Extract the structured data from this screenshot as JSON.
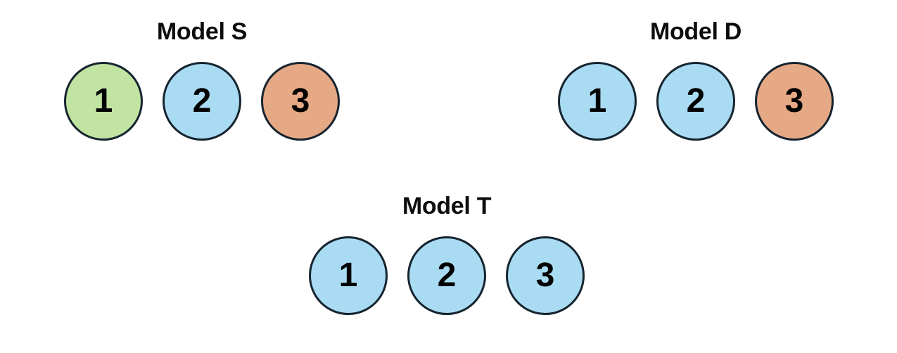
{
  "background_color": "#FFFFFF",
  "palette": {
    "green": "#C2E4A3",
    "blue": "#A9DCF3",
    "orange": "#E6A985",
    "outline": "#16242F",
    "label_text": "#0D0D0D",
    "node_text": "#000000"
  },
  "diagram": {
    "type": "node-groups",
    "groups": [
      {
        "id": "model-s",
        "title": "Model S",
        "nodes": [
          {
            "label": "1",
            "color": "#C2E4A3",
            "color_name": "green"
          },
          {
            "label": "2",
            "color": "#A9DCF3",
            "color_name": "blue"
          },
          {
            "label": "3",
            "color": "#E6A985",
            "color_name": "orange"
          }
        ]
      },
      {
        "id": "model-d",
        "title": "Model D",
        "nodes": [
          {
            "label": "1",
            "color": "#A9DCF3",
            "color_name": "blue"
          },
          {
            "label": "2",
            "color": "#A9DCF3",
            "color_name": "blue"
          },
          {
            "label": "3",
            "color": "#E6A985",
            "color_name": "orange"
          }
        ]
      },
      {
        "id": "model-t",
        "title": "Model T",
        "nodes": [
          {
            "label": "1",
            "color": "#A9DCF3",
            "color_name": "blue"
          },
          {
            "label": "2",
            "color": "#A9DCF3",
            "color_name": "blue"
          },
          {
            "label": "3",
            "color": "#A9DCF3",
            "color_name": "blue"
          }
        ]
      }
    ]
  }
}
